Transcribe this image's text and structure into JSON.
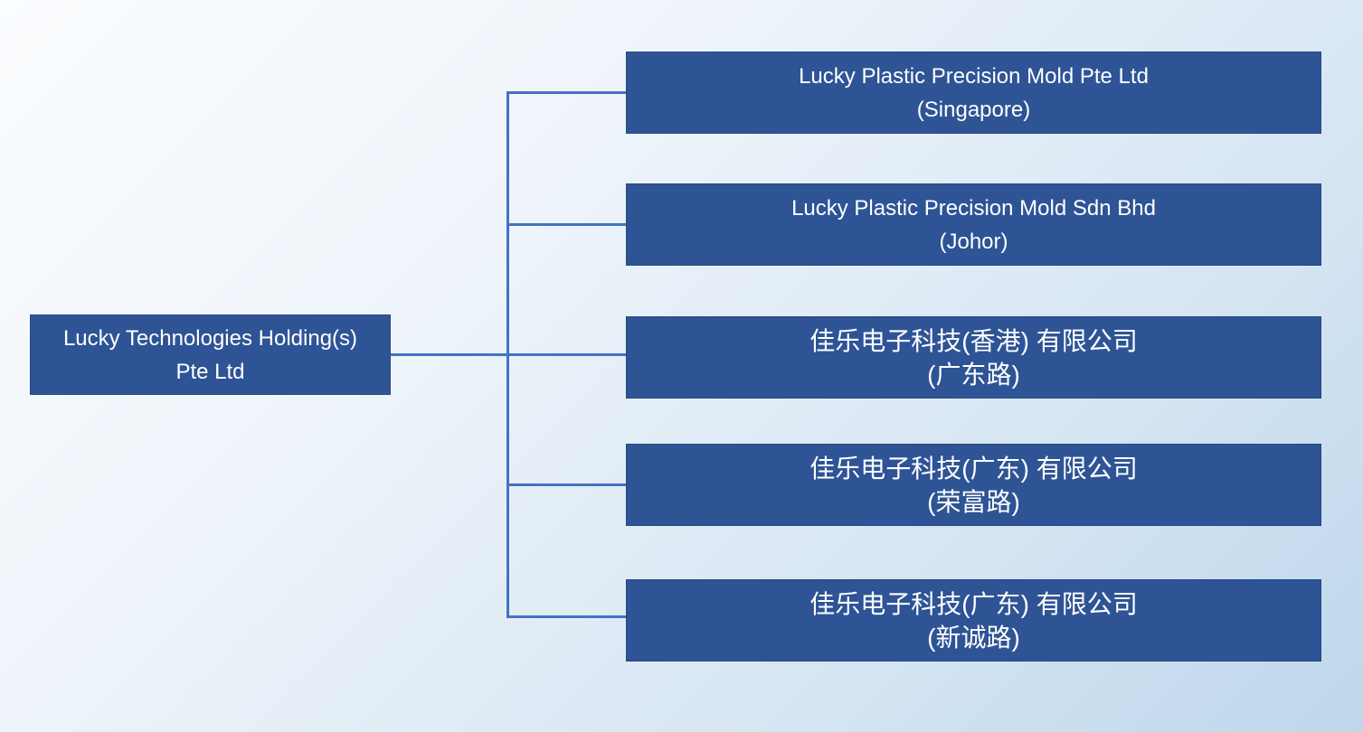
{
  "org_chart": {
    "type": "organization-hierarchy",
    "parent": {
      "line1": "Lucky Technologies Holding(s)",
      "line2": "Pte Ltd"
    },
    "subsidiaries": [
      {
        "line1": "Lucky Plastic Precision Mold Pte Ltd",
        "line2": "(Singapore)"
      },
      {
        "line1": "Lucky Plastic Precision Mold Sdn Bhd",
        "line2": "(Johor)"
      },
      {
        "line1": "佳乐电子科技(香港) 有限公司",
        "line2": "(广东路)"
      },
      {
        "line1": "佳乐电子科技(广东) 有限公司",
        "line2": "(荣富路)"
      },
      {
        "line1": "佳乐电子科技(广东) 有限公司",
        "line2": "(新诚路)"
      }
    ],
    "colors": {
      "box_fill": "#2e5496",
      "box_border": "#28497e",
      "connector_line": "#4472c4",
      "box_text": "#ffffff",
      "background_top_left": "#fbfdff",
      "background_bottom_right": "#bed7ec"
    }
  }
}
